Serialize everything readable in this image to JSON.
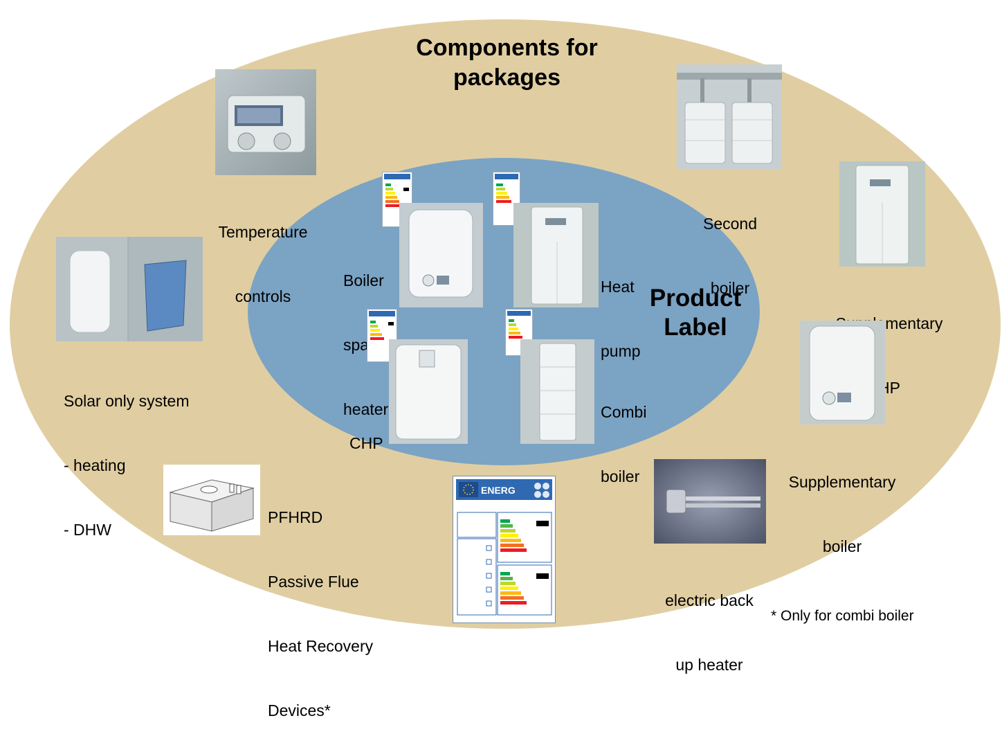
{
  "title": "Components for packages",
  "title_lines": [
    "Components for",
    "packages"
  ],
  "inner_title_lines": [
    "Product",
    "Label"
  ],
  "colors": {
    "outer_fill": "#E0CEA2",
    "inner_fill": "#7BA3C4",
    "label_eu_blue": "#2F69B2"
  },
  "inner_products": [
    {
      "id": "boiler-space-heater",
      "label_lines": [
        "Boiler",
        "space",
        "heater"
      ],
      "icon": "wall-boiler-icon"
    },
    {
      "id": "heat-pump",
      "label_lines": [
        "Heat",
        "pump"
      ],
      "icon": "heat-pump-icon"
    },
    {
      "id": "chp",
      "label_lines": [
        "CHP"
      ],
      "icon": "chp-unit-icon"
    },
    {
      "id": "combi-boiler",
      "label_lines": [
        "Combi",
        "boiler"
      ],
      "icon": "floor-boiler-icon"
    }
  ],
  "outer_components": [
    {
      "id": "temperature-controls",
      "label_lines": [
        "Temperature",
        "controls"
      ],
      "icon": "thermostat-controller-icon"
    },
    {
      "id": "second-boiler",
      "label_lines": [
        "Second",
        "boiler"
      ],
      "icon": "twin-boiler-icon"
    },
    {
      "id": "supplementary-hp",
      "label_lines": [
        "Supplementary",
        "HP"
      ],
      "icon": "heat-pump-icon"
    },
    {
      "id": "solar-only-system",
      "label_lines": [
        "Solar only system",
        "- heating",
        "- DHW"
      ],
      "icon": "solar-tank-collector-icon"
    },
    {
      "id": "supplementary-boiler",
      "label_lines": [
        "Supplementary",
        "boiler"
      ],
      "icon": "wall-boiler-icon"
    },
    {
      "id": "pfhrd",
      "label_lines": [
        "PFHRD",
        "Passive Flue",
        "Heat Recovery",
        "Devices*"
      ],
      "icon": "flue-heat-recovery-icon"
    },
    {
      "id": "electric-back-up-heater",
      "label_lines": [
        "electric back",
        "up heater"
      ],
      "icon": "immersion-heater-icon"
    }
  ],
  "package_label": {
    "brand_text": "ENERG",
    "icon": "eu-energy-label-icon"
  },
  "footnote": "* Only for combi boiler"
}
